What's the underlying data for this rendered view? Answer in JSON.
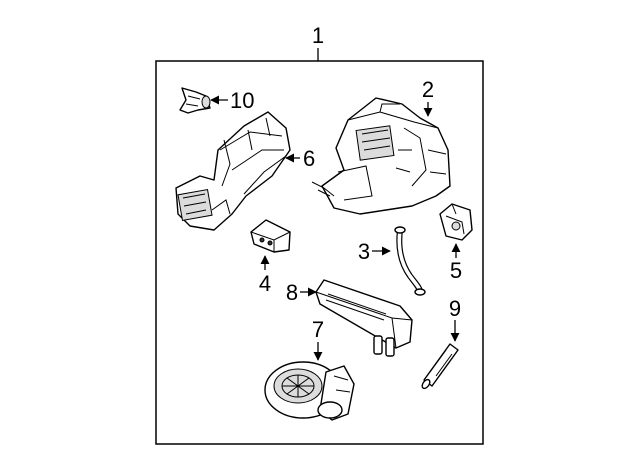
{
  "callouts": {
    "c1": "1",
    "c2": "2",
    "c3": "3",
    "c4": "4",
    "c5": "5",
    "c6": "6",
    "c7": "7",
    "c8": "8",
    "c9": "9",
    "c10": "10"
  },
  "parts": [
    {
      "callout": "1",
      "icon": "hvac-assembly-frame"
    },
    {
      "callout": "2",
      "icon": "hvac-case-icon"
    },
    {
      "callout": "3",
      "icon": "drain-hose-icon"
    },
    {
      "callout": "4",
      "icon": "resistor-block-icon"
    },
    {
      "callout": "5",
      "icon": "actuator-icon"
    },
    {
      "callout": "6",
      "icon": "blower-housing-icon"
    },
    {
      "callout": "7",
      "icon": "blower-motor-icon"
    },
    {
      "callout": "8",
      "icon": "heater-core-icon"
    },
    {
      "callout": "9",
      "icon": "temperature-sensor-icon"
    },
    {
      "callout": "10",
      "icon": "duct-adapter-icon"
    }
  ]
}
